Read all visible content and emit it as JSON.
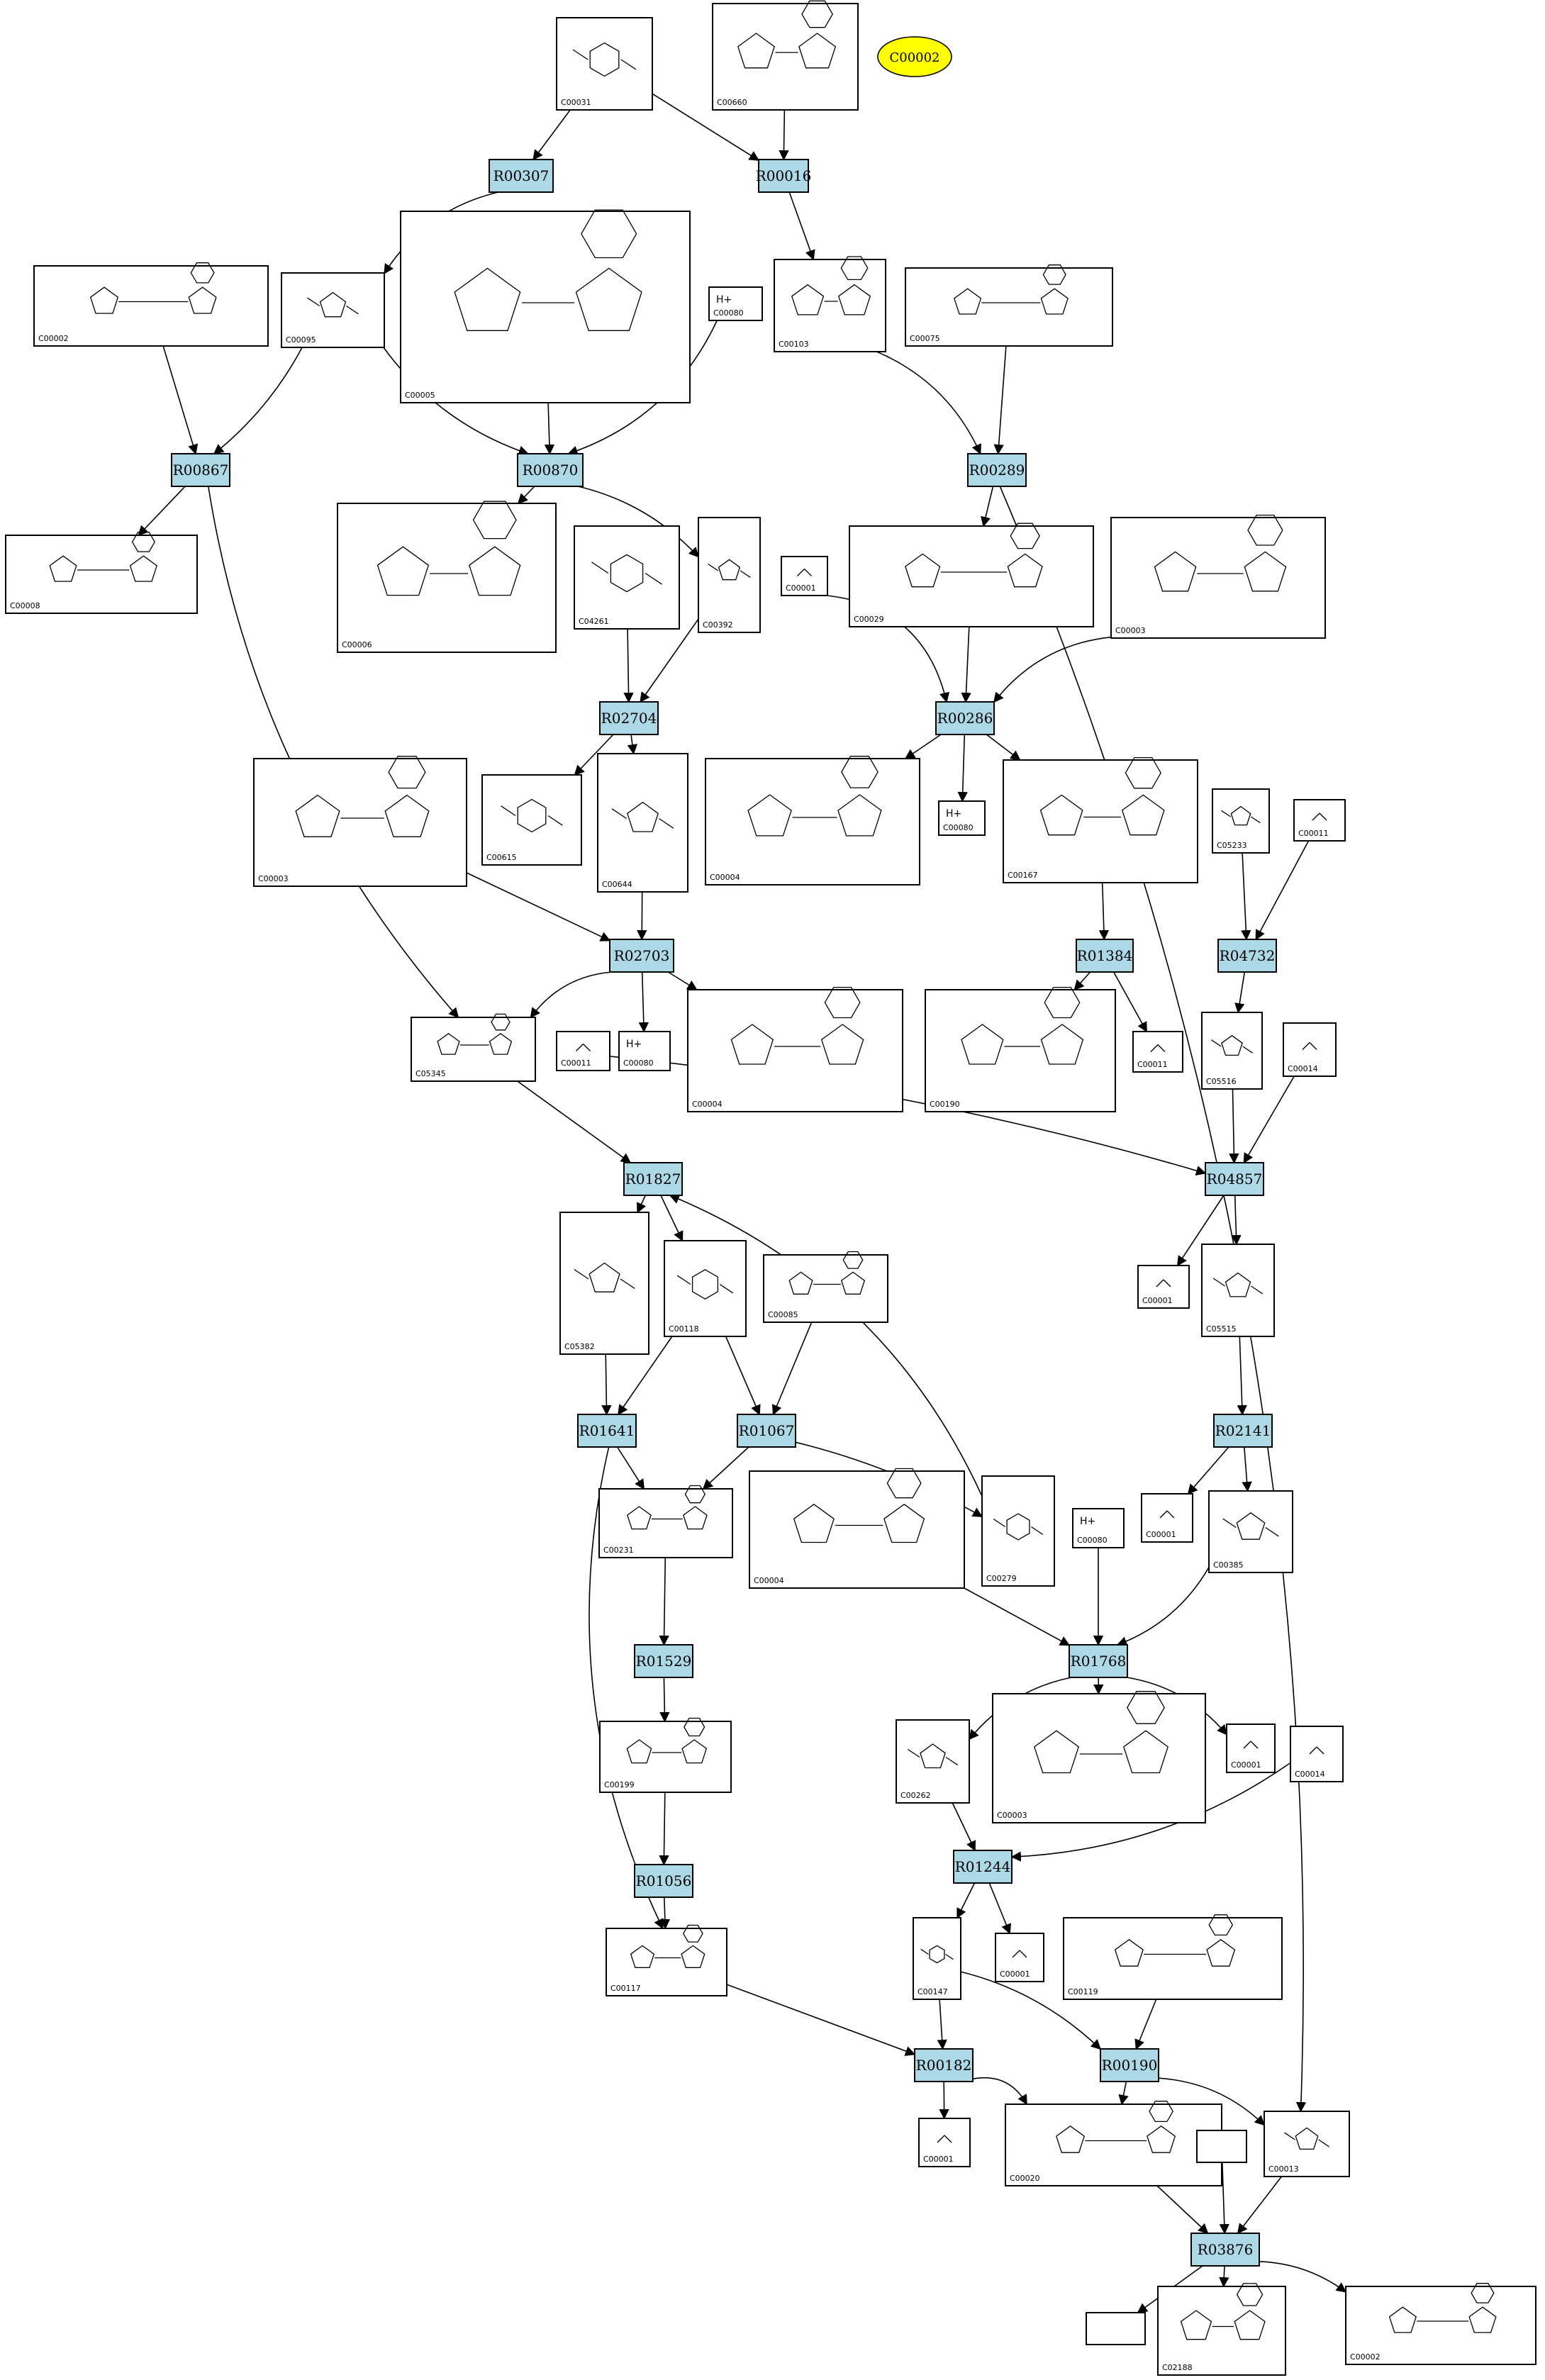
{
  "reactions": [
    {
      "id": "R00307",
      "label": "R00307"
    },
    {
      "id": "R00016",
      "label": "R00016"
    },
    {
      "id": "R00867",
      "label": "R00867"
    },
    {
      "id": "R00870",
      "label": "R00870"
    },
    {
      "id": "R00289",
      "label": "R00289"
    },
    {
      "id": "R02704",
      "label": "R02704"
    },
    {
      "id": "R00286",
      "label": "R00286"
    },
    {
      "id": "R02703",
      "label": "R02703"
    },
    {
      "id": "R01384",
      "label": "R01384"
    },
    {
      "id": "R04732",
      "label": "R04732"
    },
    {
      "id": "R01827",
      "label": "R01827"
    },
    {
      "id": "R04857",
      "label": "R04857"
    },
    {
      "id": "R01641",
      "label": "R01641"
    },
    {
      "id": "R01067",
      "label": "R01067"
    },
    {
      "id": "R02141",
      "label": "R02141"
    },
    {
      "id": "R01529",
      "label": "R01529"
    },
    {
      "id": "R01768",
      "label": "R01768"
    },
    {
      "id": "R01056",
      "label": "R01056"
    },
    {
      "id": "R01244",
      "label": "R01244"
    },
    {
      "id": "R00182",
      "label": "R00182"
    },
    {
      "id": "R00190",
      "label": "R00190"
    },
    {
      "id": "R03876",
      "label": "R03876"
    }
  ],
  "compounds": [
    {
      "key": "c00031",
      "label": "C00031"
    },
    {
      "key": "c00660",
      "label": "C00660"
    },
    {
      "key": "c00002a",
      "label": "C00002"
    },
    {
      "key": "c00095",
      "label": "C00095"
    },
    {
      "key": "c00005",
      "label": "C00005"
    },
    {
      "key": "c00080a",
      "label": "C00080",
      "text": "H+"
    },
    {
      "key": "c00103",
      "label": "C00103"
    },
    {
      "key": "c00075",
      "label": "C00075"
    },
    {
      "key": "c00008",
      "label": "C00008"
    },
    {
      "key": "c00006",
      "label": "C00006"
    },
    {
      "key": "c04261",
      "label": "C04261"
    },
    {
      "key": "c00392",
      "label": "C00392"
    },
    {
      "key": "c00001a",
      "label": "C00001"
    },
    {
      "key": "c00029",
      "label": "C00029"
    },
    {
      "key": "c00003a",
      "label": "C00003"
    },
    {
      "key": "c00003b",
      "label": "C00003"
    },
    {
      "key": "c00615",
      "label": "C00615"
    },
    {
      "key": "c00644",
      "label": "C00644"
    },
    {
      "key": "c00004a",
      "label": "C00004"
    },
    {
      "key": "c00080b",
      "label": "C00080",
      "text": "H+"
    },
    {
      "key": "c00167",
      "label": "C00167"
    },
    {
      "key": "c05233",
      "label": "C05233"
    },
    {
      "key": "c00011a",
      "label": "C00011"
    },
    {
      "key": "c05345",
      "label": "C05345"
    },
    {
      "key": "c00011b",
      "label": "C00011"
    },
    {
      "key": "c00080c",
      "label": "C00080",
      "text": "H+"
    },
    {
      "key": "c00004b",
      "label": "C00004"
    },
    {
      "key": "c00190",
      "label": "C00190"
    },
    {
      "key": "c00011c",
      "label": "C00011"
    },
    {
      "key": "c05516",
      "label": "C05516"
    },
    {
      "key": "c00014a",
      "label": "C00014"
    },
    {
      "key": "c05382",
      "label": "C05382"
    },
    {
      "key": "c00118",
      "label": "C00118"
    },
    {
      "key": "c00085",
      "label": "C00085"
    },
    {
      "key": "c00001b",
      "label": "C00001"
    },
    {
      "key": "c05515",
      "label": "C05515"
    },
    {
      "key": "c00231",
      "label": "C00231"
    },
    {
      "key": "c00004c",
      "label": "C00004"
    },
    {
      "key": "c00279",
      "label": "C00279"
    },
    {
      "key": "c00080d",
      "label": "C00080",
      "text": "H+"
    },
    {
      "key": "c00001c",
      "label": "C00001"
    },
    {
      "key": "c00385",
      "label": "C00385"
    },
    {
      "key": "c00199",
      "label": "C00199"
    },
    {
      "key": "c00262",
      "label": "C00262"
    },
    {
      "key": "c00003c",
      "label": "C00003"
    },
    {
      "key": "c00001d",
      "label": "C00001"
    },
    {
      "key": "c00014b",
      "label": "C00014"
    },
    {
      "key": "c00117",
      "label": "C00117"
    },
    {
      "key": "c00147",
      "label": "C00147"
    },
    {
      "key": "c00001e",
      "label": "C00001"
    },
    {
      "key": "c00119",
      "label": "C00119"
    },
    {
      "key": "c00001f",
      "label": "C00001"
    },
    {
      "key": "c00020",
      "label": "C00020"
    },
    {
      "key": "c00013",
      "label": "C00013"
    },
    {
      "key": "c02188",
      "label": "C02188"
    },
    {
      "key": "c00002b",
      "label": "C00002"
    }
  ],
  "ellipse_node": {
    "label": "C00002"
  }
}
